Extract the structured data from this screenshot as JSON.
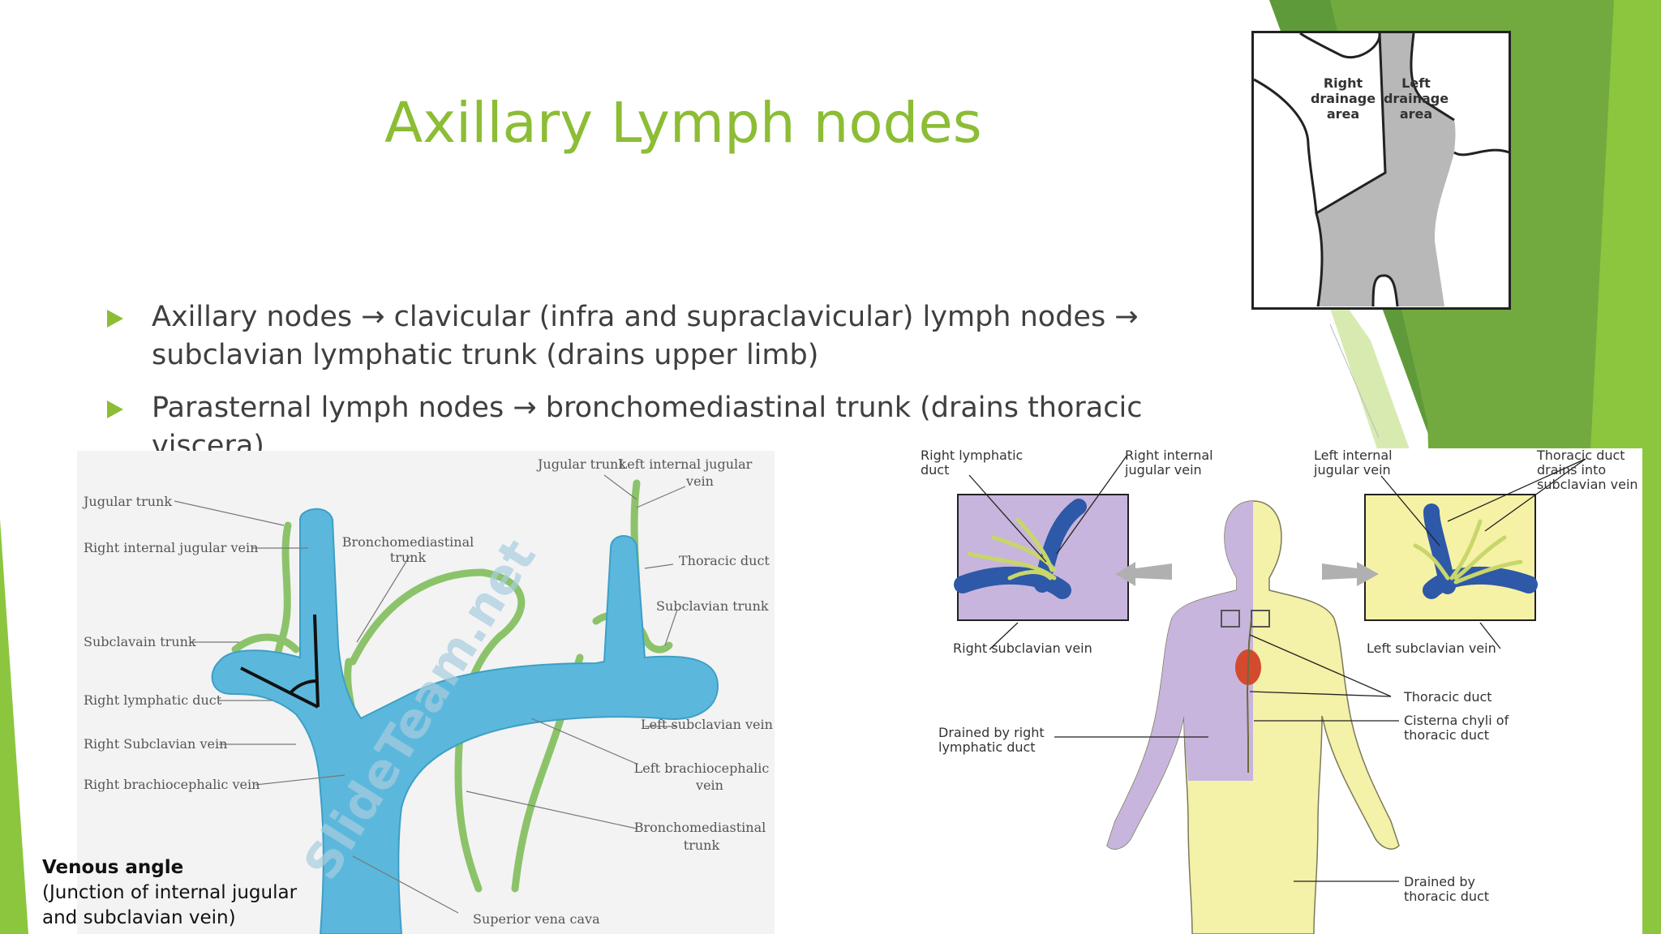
{
  "slide": {
    "title": "Axillary Lymph nodes",
    "colors": {
      "accent": "#8cbd35",
      "dark_green": "#5f9a3a",
      "text": "#3f3f3f"
    }
  },
  "bullets": [
    {
      "text": "Axillary nodes → clavicular (infra and supraclavicular) lymph nodes → subclavian lymphatic trunk (drains upper limb)"
    },
    {
      "text": "Parasternal lymph nodes → bronchomediastinal trunk (drains thoracic viscera)"
    }
  ],
  "drainage_figure": {
    "right_label": [
      "Right",
      "drainage",
      "area"
    ],
    "left_label": [
      "Left",
      "drainage",
      "area"
    ]
  },
  "vein_diagram": {
    "watermark": "SlideTeam.net",
    "labels_left": [
      "Jugular trunk",
      "Right internal jugular vein",
      "Subclavain trunk",
      "Right lymphatic duct",
      "Right Subclavian vein",
      "Right brachiocephalic vein"
    ],
    "label_broncho_top": [
      "Bronchomediastinal",
      "trunk"
    ],
    "label_jugular_trunk_top": "Jugular trunk",
    "labels_right": {
      "left_internal_jugular": [
        "Left internal jugular",
        "vein"
      ],
      "thoracic_duct": "Thoracic duct",
      "subclavian_trunk": "Subclavian trunk",
      "left_subclavian": "Left subclavian vein",
      "left_brachiocephalic": [
        "Left brachiocephalic",
        "vein"
      ],
      "broncho_bottom": [
        "Bronchomediastinal",
        "trunk"
      ]
    },
    "label_svc": "Superior vena cava"
  },
  "caption": {
    "bold": "Venous angle",
    "lines": [
      "(Junction of internal jugular",
      "and subclavian vein)"
    ]
  },
  "body_diagram": {
    "right_lymphatic_duct": [
      "Right lymphatic",
      "duct"
    ],
    "right_internal_jugular": [
      "Right internal",
      "jugular vein"
    ],
    "left_internal_jugular": [
      "Left internal",
      "jugular vein"
    ],
    "thoracic_duct_drains": [
      "Thoracic duct",
      "drains into",
      "subclavian vein"
    ],
    "right_subclavian": "Right subclavian vein",
    "left_subclavian": "Left subclavian vein",
    "thoracic_duct": "Thoracic duct",
    "cisterna": [
      "Cisterna chyli of",
      "thoracic duct"
    ],
    "drained_right": [
      "Drained by right",
      "lymphatic duct"
    ],
    "drained_thoracic": [
      "Drained by",
      "thoracic duct"
    ]
  }
}
